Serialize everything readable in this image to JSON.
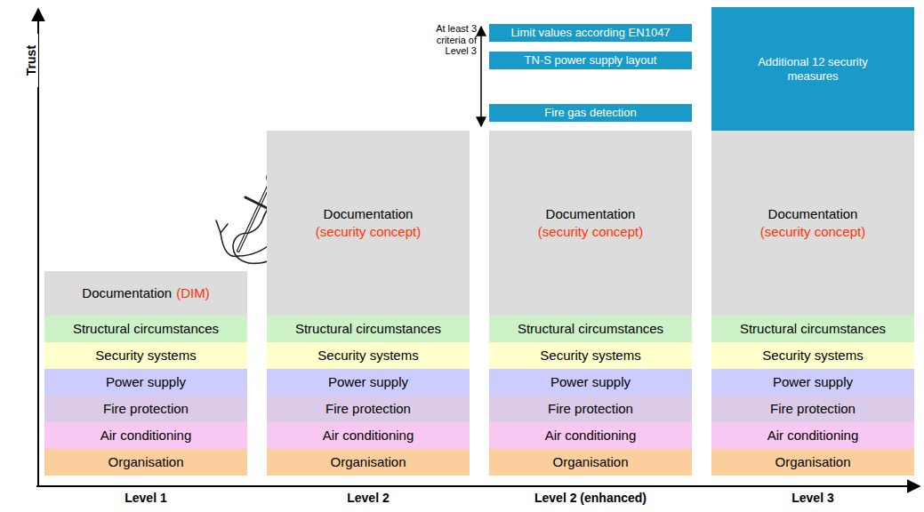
{
  "diagram": {
    "nodes": [
      {
        "text": [
          "Documentation",
          "(DIM)"
        ]
      },
      {
        "text": [
          "Structural circumstances"
        ]
      },
      {
        "text": [
          "Security systems"
        ]
      },
      {
        "text": [
          "Power supply"
        ]
      },
      {
        "text": [
          "Fire protection"
        ]
      },
      {
        "text": [
          "Air conditioning"
        ]
      },
      {
        "text": [
          "Organisation"
        ]
      },
      {
        "text": [
          "Documentation",
          "(security concept)"
        ]
      },
      {
        "text": [
          "Structural circumstances"
        ]
      },
      {
        "text": [
          "Security systems"
        ]
      },
      {
        "text": [
          "Power supply"
        ]
      },
      {
        "text": [
          "Fire protection"
        ]
      },
      {
        "text": [
          "Air conditioning"
        ]
      },
      {
        "text": [
          "Organisation"
        ]
      },
      {
        "text": [
          "Limit values according EN1047"
        ]
      },
      {
        "text": [
          "TN-S power supply layout"
        ]
      },
      {
        "text": [
          "Fire gas detection"
        ]
      },
      {
        "text": [
          "Documentation",
          "(security concept)"
        ]
      },
      {
        "text": [
          "Structural circumstances"
        ]
      },
      {
        "text": [
          "Security systems"
        ]
      },
      {
        "text": [
          "Power supply"
        ]
      },
      {
        "text": [
          "Fire protection"
        ]
      },
      {
        "text": [
          "Air conditioning"
        ]
      },
      {
        "text": [
          "Organisation"
        ]
      },
      {
        "text": [
          "Additional 12 security measures"
        ]
      },
      {
        "text": [
          "Documentation",
          "(security concept)"
        ]
      },
      {
        "text": [
          "Structural circumstances"
        ]
      },
      {
        "text": [
          "Security systems"
        ]
      },
      {
        "text": [
          "Power supply"
        ]
      },
      {
        "text": [
          "Fire protection"
        ]
      },
      {
        "text": [
          "Air conditioning"
        ]
      },
      {
        "text": [
          "Organisation"
        ]
      }
    ],
    "labels": [
      "Trust",
      "At least 3 criteria of Level 3",
      "Level 1",
      "Level 2",
      "Level 2 (enhanced)",
      "Level 3"
    ]
  }
}
